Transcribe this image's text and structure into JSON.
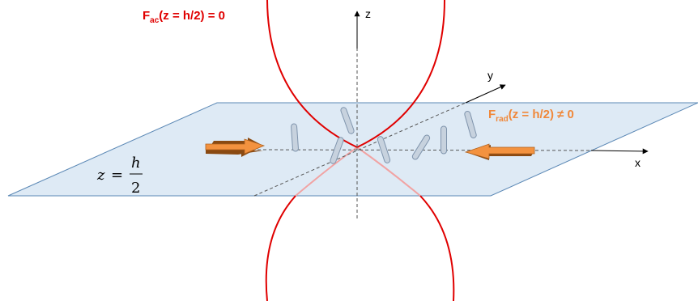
{
  "labels": {
    "f_ac": {
      "main": "F",
      "sub": "ac",
      "rest": "(z = h/2) = 0"
    },
    "f_rad": {
      "main": "F",
      "sub": "rad",
      "rest": "(z = h/2) ≠ 0"
    },
    "axis_x": "x",
    "axis_y": "y",
    "axis_z": "z",
    "plane_eq": {
      "lhs": "z",
      "eq": "=",
      "num": "h",
      "den": "2"
    }
  },
  "colors": {
    "plane_fill": "#deeaf5",
    "plane_stroke": "#5b88b5",
    "force_curve": "#e00000",
    "force_curve_below": "#f1a3a3",
    "rad_label": "#f0883a",
    "arrow_fill": "#f3923f",
    "arrow_side": "#8a4a12",
    "particle_fill": "#c7d2de",
    "particle_stroke": "#7f94ac"
  },
  "icons": {
    "arrow_left": "orange-3d-arrow-right",
    "arrow_right": "orange-3d-arrow-left",
    "particles": "cylinder-rods"
  }
}
